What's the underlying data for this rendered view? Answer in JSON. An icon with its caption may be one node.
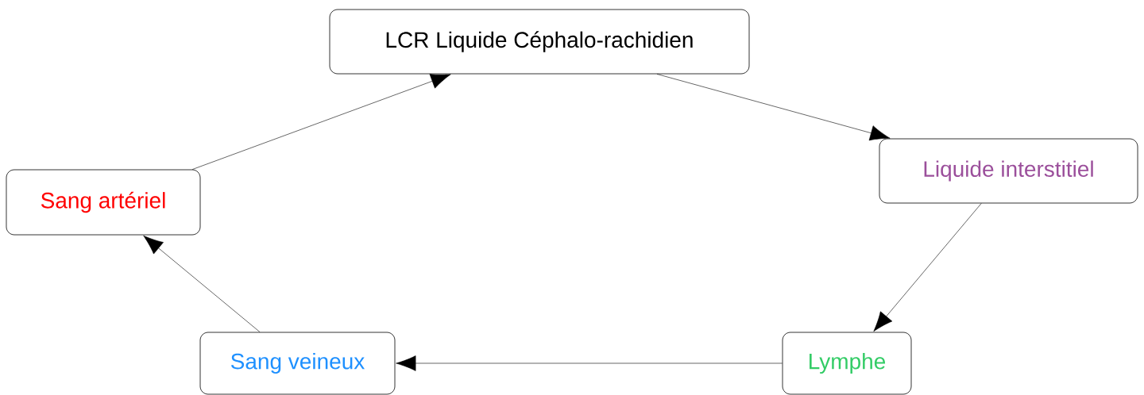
{
  "diagram": {
    "nodes": [
      {
        "text": [
          "LCR Liquide Céphalo-rachidien"
        ]
      },
      {
        "text": [
          "Liquide interstitiel"
        ]
      },
      {
        "text": [
          "Lymphe"
        ]
      },
      {
        "text": [
          "Sang veineux"
        ]
      },
      {
        "text": [
          "Sang artériel"
        ]
      }
    ],
    "edges": [
      {
        "from": 0,
        "to": 1,
        "arrow": "to"
      },
      {
        "from": 1,
        "to": 2,
        "arrow": "to"
      },
      {
        "from": 2,
        "to": 3,
        "arrow": "to"
      },
      {
        "from": 3,
        "to": 4,
        "arrow": "to"
      },
      {
        "from": 4,
        "to": 0,
        "arrow": "to"
      }
    ]
  }
}
